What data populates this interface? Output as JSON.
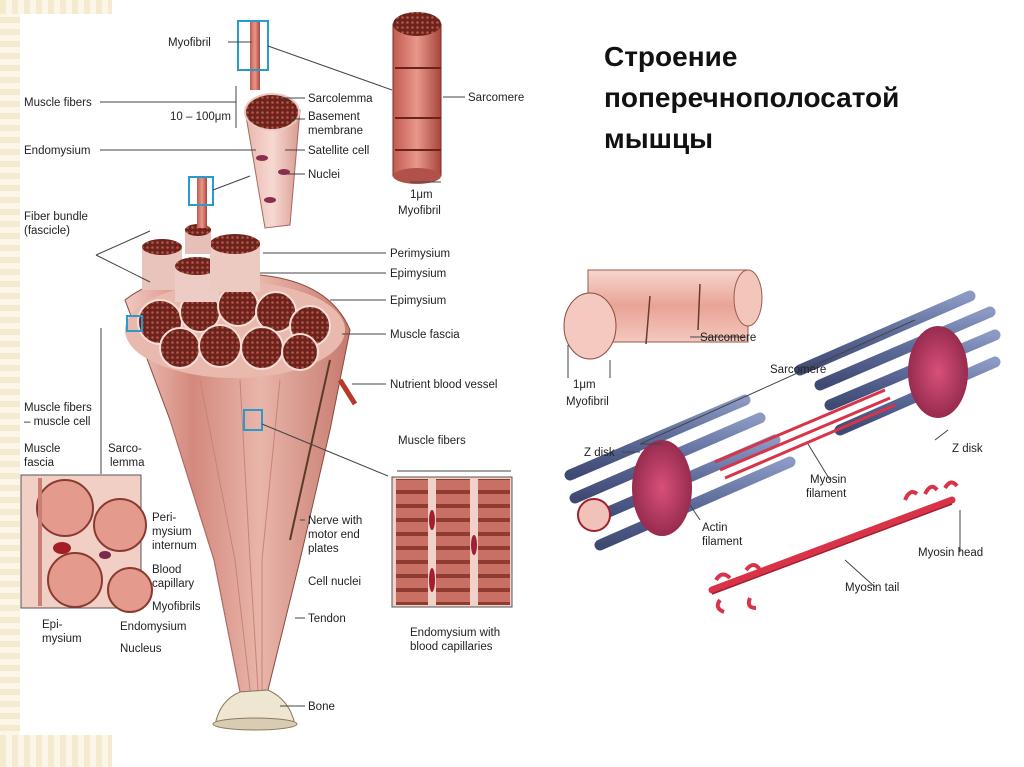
{
  "title": {
    "line1": "Строение",
    "line2": "поперечнополосатой",
    "line3": "мышцы"
  },
  "labels": {
    "myofibril_top": "Myofibril",
    "muscle_fibers": "Muscle fibers",
    "size": "10 – 100μm",
    "endomysium": "Endomysium",
    "sarcolemma": "Sarcolemma",
    "basement1": "Basement",
    "basement2": "membrane",
    "satellite": "Satellite cell",
    "nuclei": "Nuclei",
    "sarcomere_top": "Sarcomere",
    "um_top": "1μm",
    "myofibril_mid": "Myofibril",
    "fiber_bundle1": "Fiber bundle",
    "fiber_bundle2": "(fascicle)",
    "perimysium": "Perimysium",
    "epimysium1": "Epimysium",
    "epimysium2": "Epimysium",
    "muscle_fascia": "Muscle fascia",
    "nutrient": "Nutrient blood vessel",
    "mf_cell1": "Muscle fibers",
    "mf_cell2": "– muscle cell",
    "muscle_fascia2a": "Muscle",
    "muscle_fascia2b": "fascia",
    "sarcolemma2a": "Sarco-",
    "sarcolemma2b": "lemma",
    "perimysium_int1": "Peri-",
    "perimysium_int2": "mysium",
    "perimysium_int3": "internum",
    "blood_cap1": "Blood",
    "blood_cap2": "capillary",
    "myofibrils": "Myofibrils",
    "endomysium2": "Endomysium",
    "epimysium3a": "Epi-",
    "epimysium3b": "mysium",
    "nucleus": "Nucleus",
    "muscle_fibers_r": "Muscle fibers",
    "nerve1": "Nerve with",
    "nerve2": "motor end",
    "nerve3": "plates",
    "cell_nuclei": "Cell nuclei",
    "endo_blood1": "Endomysium with",
    "endo_blood2": "blood capillaries",
    "tendon": "Tendon",
    "bone": "Bone",
    "sarcomere_r1": "Sarcomere",
    "um_r": "1μm",
    "myofibril_r": "Myofibril",
    "sarcomere_r2": "Sarcomere",
    "zdisk_l": "Z disk",
    "zdisk_r": "Z disk",
    "myosin_filament1": "Myosin",
    "myosin_filament2": "filament",
    "actin1": "Actin",
    "actin2": "filament",
    "myosin_head": "Myosin head",
    "myosin_tail": "Myosin tail"
  },
  "colors": {
    "muscle_dark": "#7a2a22",
    "muscle_mid": "#c96a5e",
    "muscle_light": "#f0c6bc",
    "actin": "#5e6f9e",
    "myosin": "#d9334a",
    "zdisk": "#b03a5a",
    "highlight_box": "#2a9ac9"
  }
}
